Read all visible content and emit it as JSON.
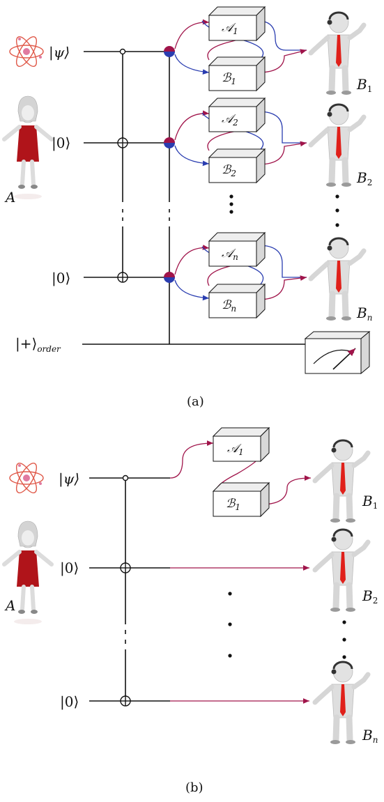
{
  "panel_a": {
    "caption": "(a)",
    "input_psi": "|ψ⟩",
    "input_zero_1": "|0⟩",
    "input_zero_2": "|0⟩",
    "control_label": "|+⟩",
    "control_sub": "order",
    "alice": "A",
    "boxes": [
      {
        "letter": "𝒜",
        "index": "1"
      },
      {
        "letter": "ℬ",
        "index": "1"
      },
      {
        "letter": "𝒜",
        "index": "2"
      },
      {
        "letter": "ℬ",
        "index": "2"
      },
      {
        "letter": "𝒜",
        "index": "n"
      },
      {
        "letter": "ℬ",
        "index": "n"
      }
    ],
    "receivers": [
      {
        "letter": "B",
        "index": "1"
      },
      {
        "letter": "B",
        "index": "2"
      },
      {
        "letter": "B",
        "index": "n"
      }
    ]
  },
  "panel_b": {
    "caption": "(b)",
    "input_psi": "|ψ⟩",
    "input_zero_1": "|0⟩",
    "input_zero_2": "|0⟩",
    "alice": "A",
    "boxes": [
      {
        "letter": "𝒜",
        "index": "1"
      },
      {
        "letter": "ℬ",
        "index": "1"
      }
    ],
    "receivers": [
      {
        "letter": "B",
        "index": "1"
      },
      {
        "letter": "B",
        "index": "2"
      },
      {
        "letter": "B",
        "index": "n"
      }
    ]
  },
  "colors": {
    "wire": "#111111",
    "red_path": "#a0144a",
    "blue_path": "#2a3db0",
    "box_face": "#ffffff",
    "box_side": "#d8d8d8",
    "box_top": "#eeeeee",
    "tie": "#e0201a",
    "dress": "#b0141a"
  }
}
